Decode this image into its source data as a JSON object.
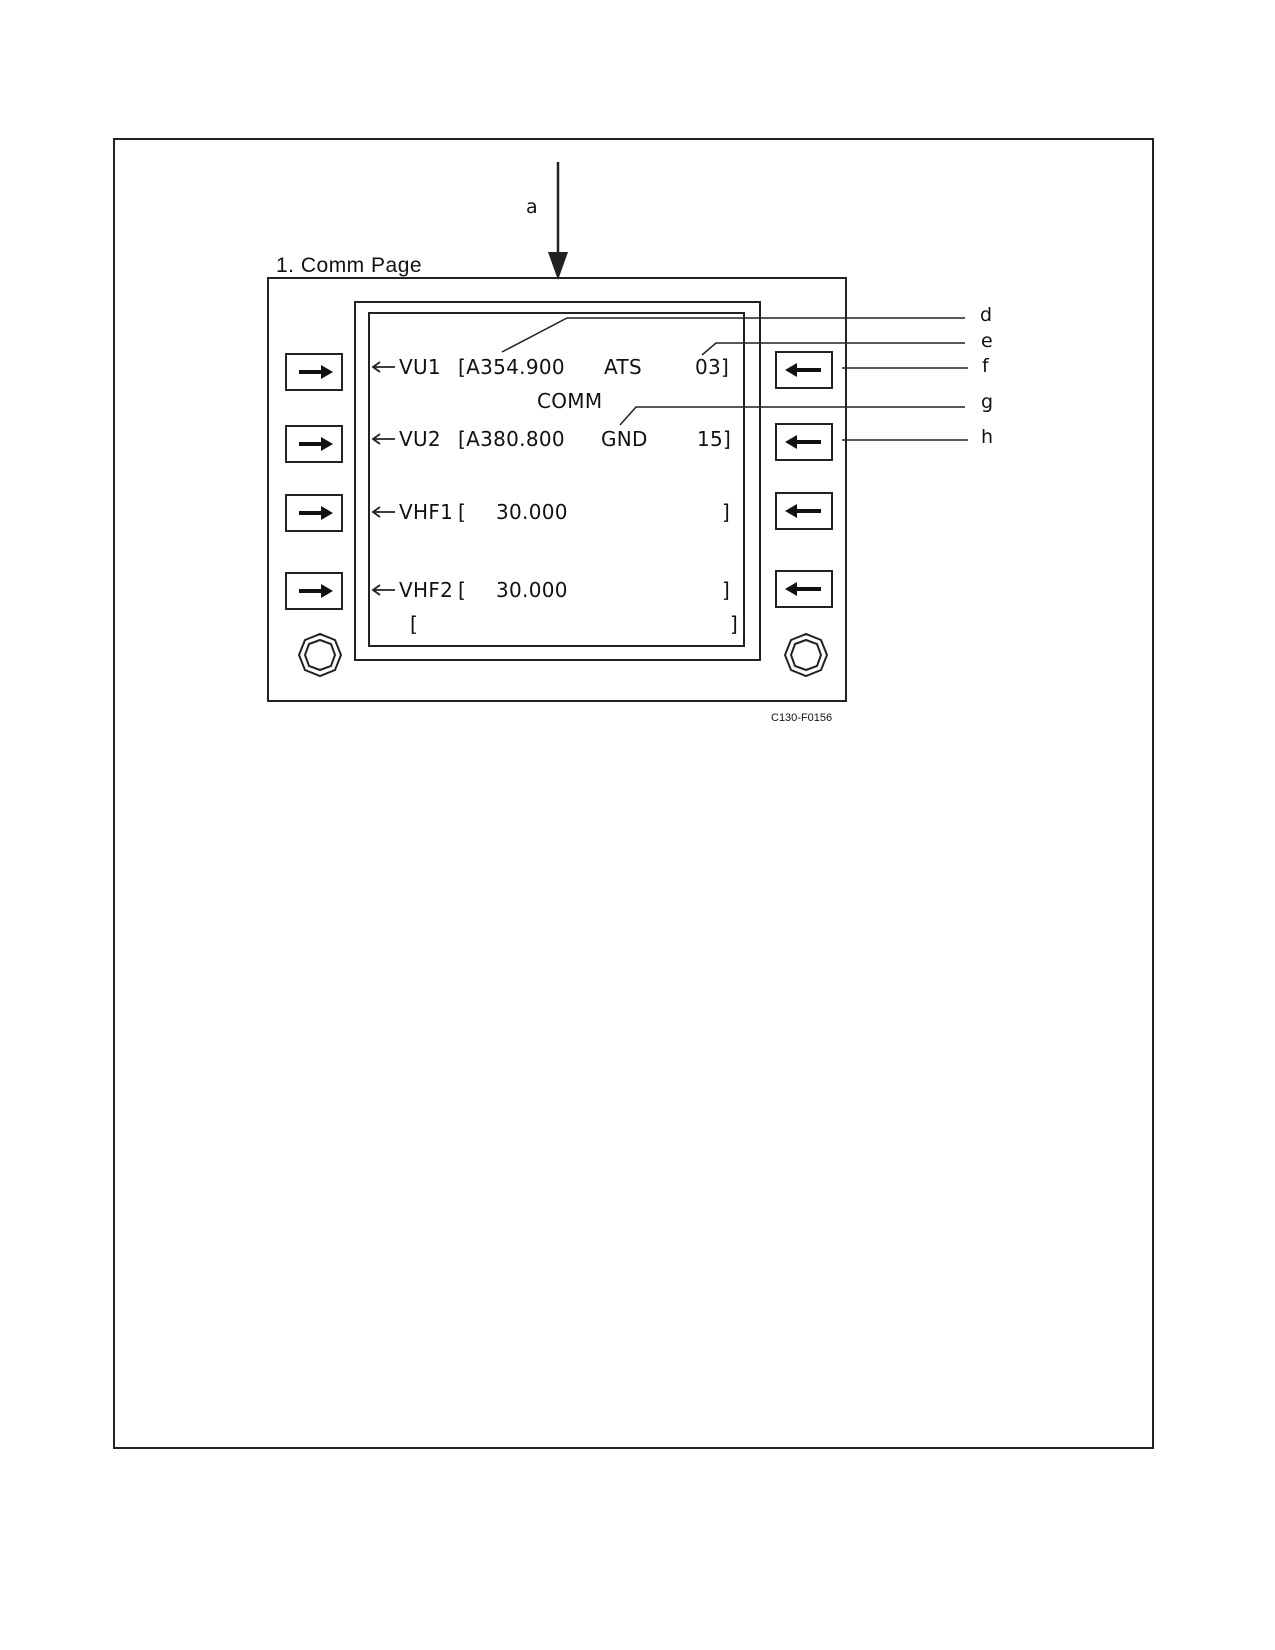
{
  "figure": {
    "title": "1. Comm Page",
    "figure_number": "C130-F0156"
  },
  "callouts": {
    "a": "a",
    "d": "d",
    "e": "e",
    "f": "f",
    "g": "g",
    "h": "h"
  },
  "display": {
    "row1": {
      "label": "VU1",
      "open": "[A354.900",
      "mode": "ATS",
      "channel": "03]"
    },
    "header": "COMM",
    "row2": {
      "label": "VU2",
      "open": "[A380.800",
      "mode": "GND",
      "channel": "15]"
    },
    "row3": {
      "label": "VHF1",
      "open": "[",
      "freq": "30.000",
      "close": "]"
    },
    "row4": {
      "label": "VHF2",
      "open": "[",
      "freq": "30.000",
      "close": "]"
    },
    "scratchpad": {
      "open": "[",
      "close": "]"
    }
  },
  "icons": {
    "left_keys": "right-arrow-icon",
    "right_keys": "left-arrow-icon",
    "knobs": "octagon-knob-icon"
  }
}
